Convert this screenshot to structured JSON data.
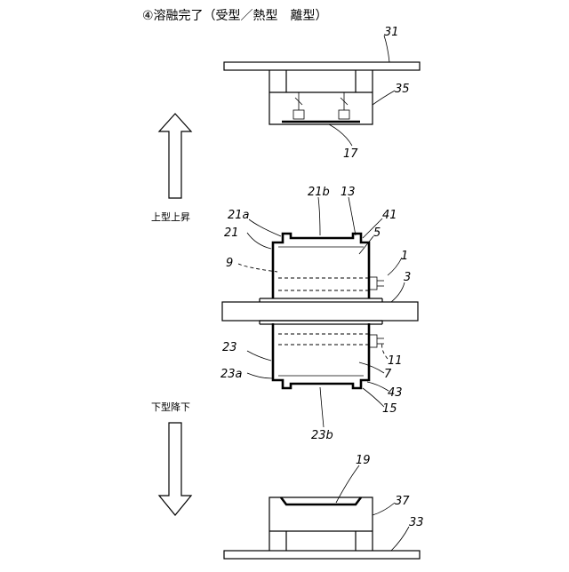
{
  "title": "④溶融完了（受型／熱型　離型）",
  "labels": {
    "upper_move": "上型上昇",
    "lower_move": "下型降下"
  },
  "numerals": {
    "n31": "31",
    "n35": "35",
    "n17": "17",
    "n21b": "21b",
    "n13": "13",
    "n21a": "21a",
    "n41": "41",
    "n21": "21",
    "n5": "5",
    "n9": "9",
    "n1": "1",
    "n3": "3",
    "n23": "23",
    "n11": "11",
    "n23a": "23a",
    "n7": "7",
    "n43": "43",
    "n15": "15",
    "n23b": "23b",
    "n19": "19",
    "n37": "37",
    "n33": "33"
  }
}
